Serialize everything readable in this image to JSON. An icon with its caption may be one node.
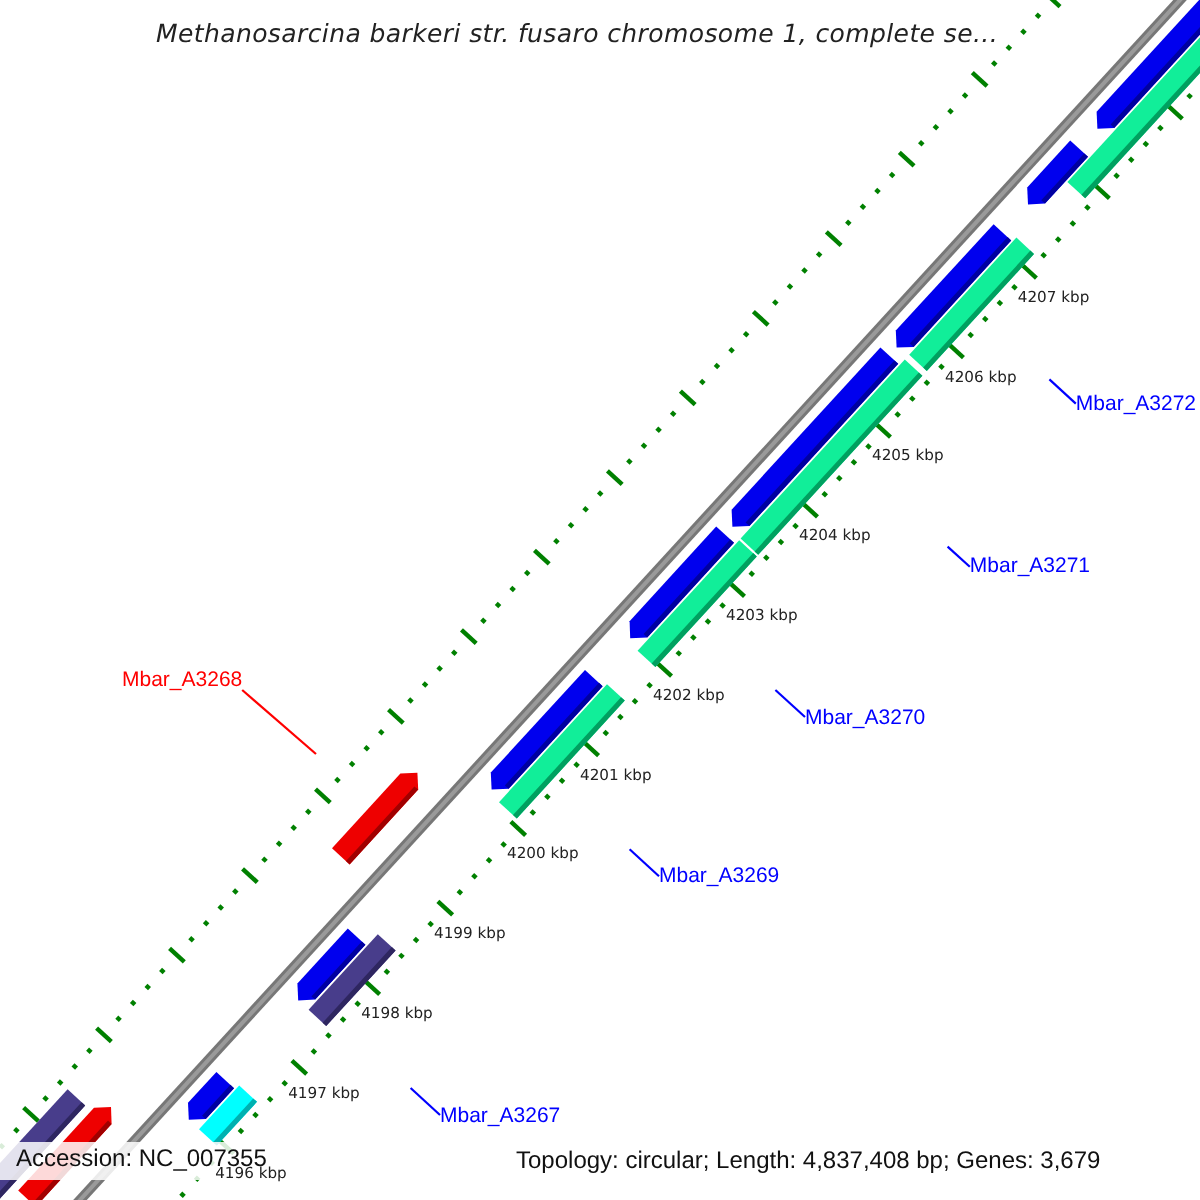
{
  "diagram": {
    "title": "Methanosarcina barkeri str. fusaro chromosome 1, complete se...",
    "nodes": [
      {
        "text": [
          "Mbar_A3272"
        ]
      },
      {
        "text": [
          "Mbar_A3271"
        ]
      },
      {
        "text": [
          "Mbar_A3268"
        ]
      },
      {
        "text": [
          "Mbar_A3270"
        ]
      },
      {
        "text": [
          "Mbar_A3269"
        ]
      },
      {
        "text": [
          "Mbar_A3267"
        ]
      }
    ],
    "edges": [
      {
        "from": 0,
        "to": null,
        "arrow": "none"
      },
      {
        "from": 1,
        "to": null,
        "arrow": "none"
      },
      {
        "from": 2,
        "to": null,
        "arrow": "none",
        "color": "#ff0000"
      },
      {
        "from": 3,
        "to": null,
        "arrow": "none"
      },
      {
        "from": 4,
        "to": null,
        "arrow": "none"
      },
      {
        "from": 5,
        "to": null,
        "arrow": "none"
      }
    ],
    "labels": [
      "4207 kbp",
      "4206 kbp",
      "4205 kbp",
      "4204 kbp",
      "4203 kbp",
      "4202 kbp",
      "4201 kbp",
      "4200 kbp",
      "4199 kbp",
      "4198 kbp",
      "4197 kbp",
      "4196 kbp",
      "Accession: NC_007355",
      "Topology: circular; Length: 4,837,408 bp; Genes: 3,679"
    ]
  }
}
